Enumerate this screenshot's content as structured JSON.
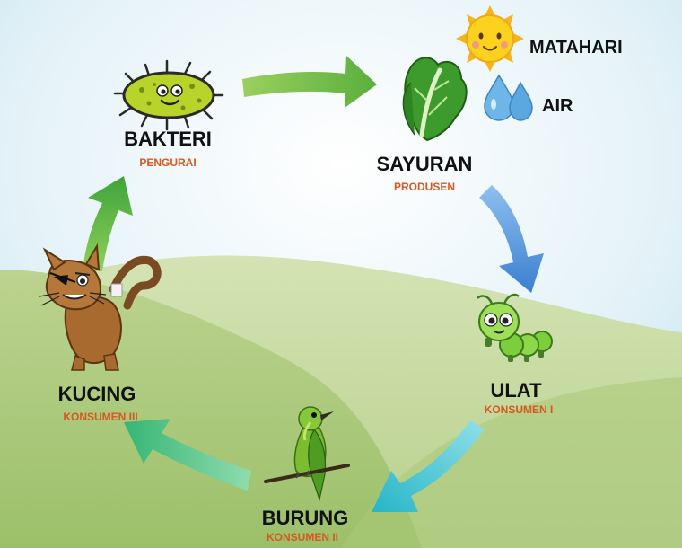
{
  "nodes": {
    "bakteri": {
      "name": "BAKTERI",
      "role": "PENGURAI"
    },
    "sayuran": {
      "name": "SAYURAN",
      "role": "PRODUSEN"
    },
    "ulat": {
      "name": "ULAT",
      "role": "KONSUMEN I"
    },
    "burung": {
      "name": "BURUNG",
      "role": "KONSUMEN II"
    },
    "kucing": {
      "name": "KUCING",
      "role": "KONSUMEN III"
    }
  },
  "inputs": {
    "matahari": "MATAHARI",
    "air": "AIR"
  },
  "flow": [
    "sayuran",
    "ulat",
    "burung",
    "kucing",
    "bakteri",
    "sayuran"
  ],
  "colors": {
    "sky": "#cfe8f3",
    "hill_back": "#c9dba4",
    "hill_front": "#a9c978",
    "arrow_green": "#6ab84a",
    "arrow_blue": "#4a8fd8",
    "arrow_teal": "#3cc3cf",
    "arrow_mint": "#4fc48a",
    "role_text": "#d6581f"
  }
}
